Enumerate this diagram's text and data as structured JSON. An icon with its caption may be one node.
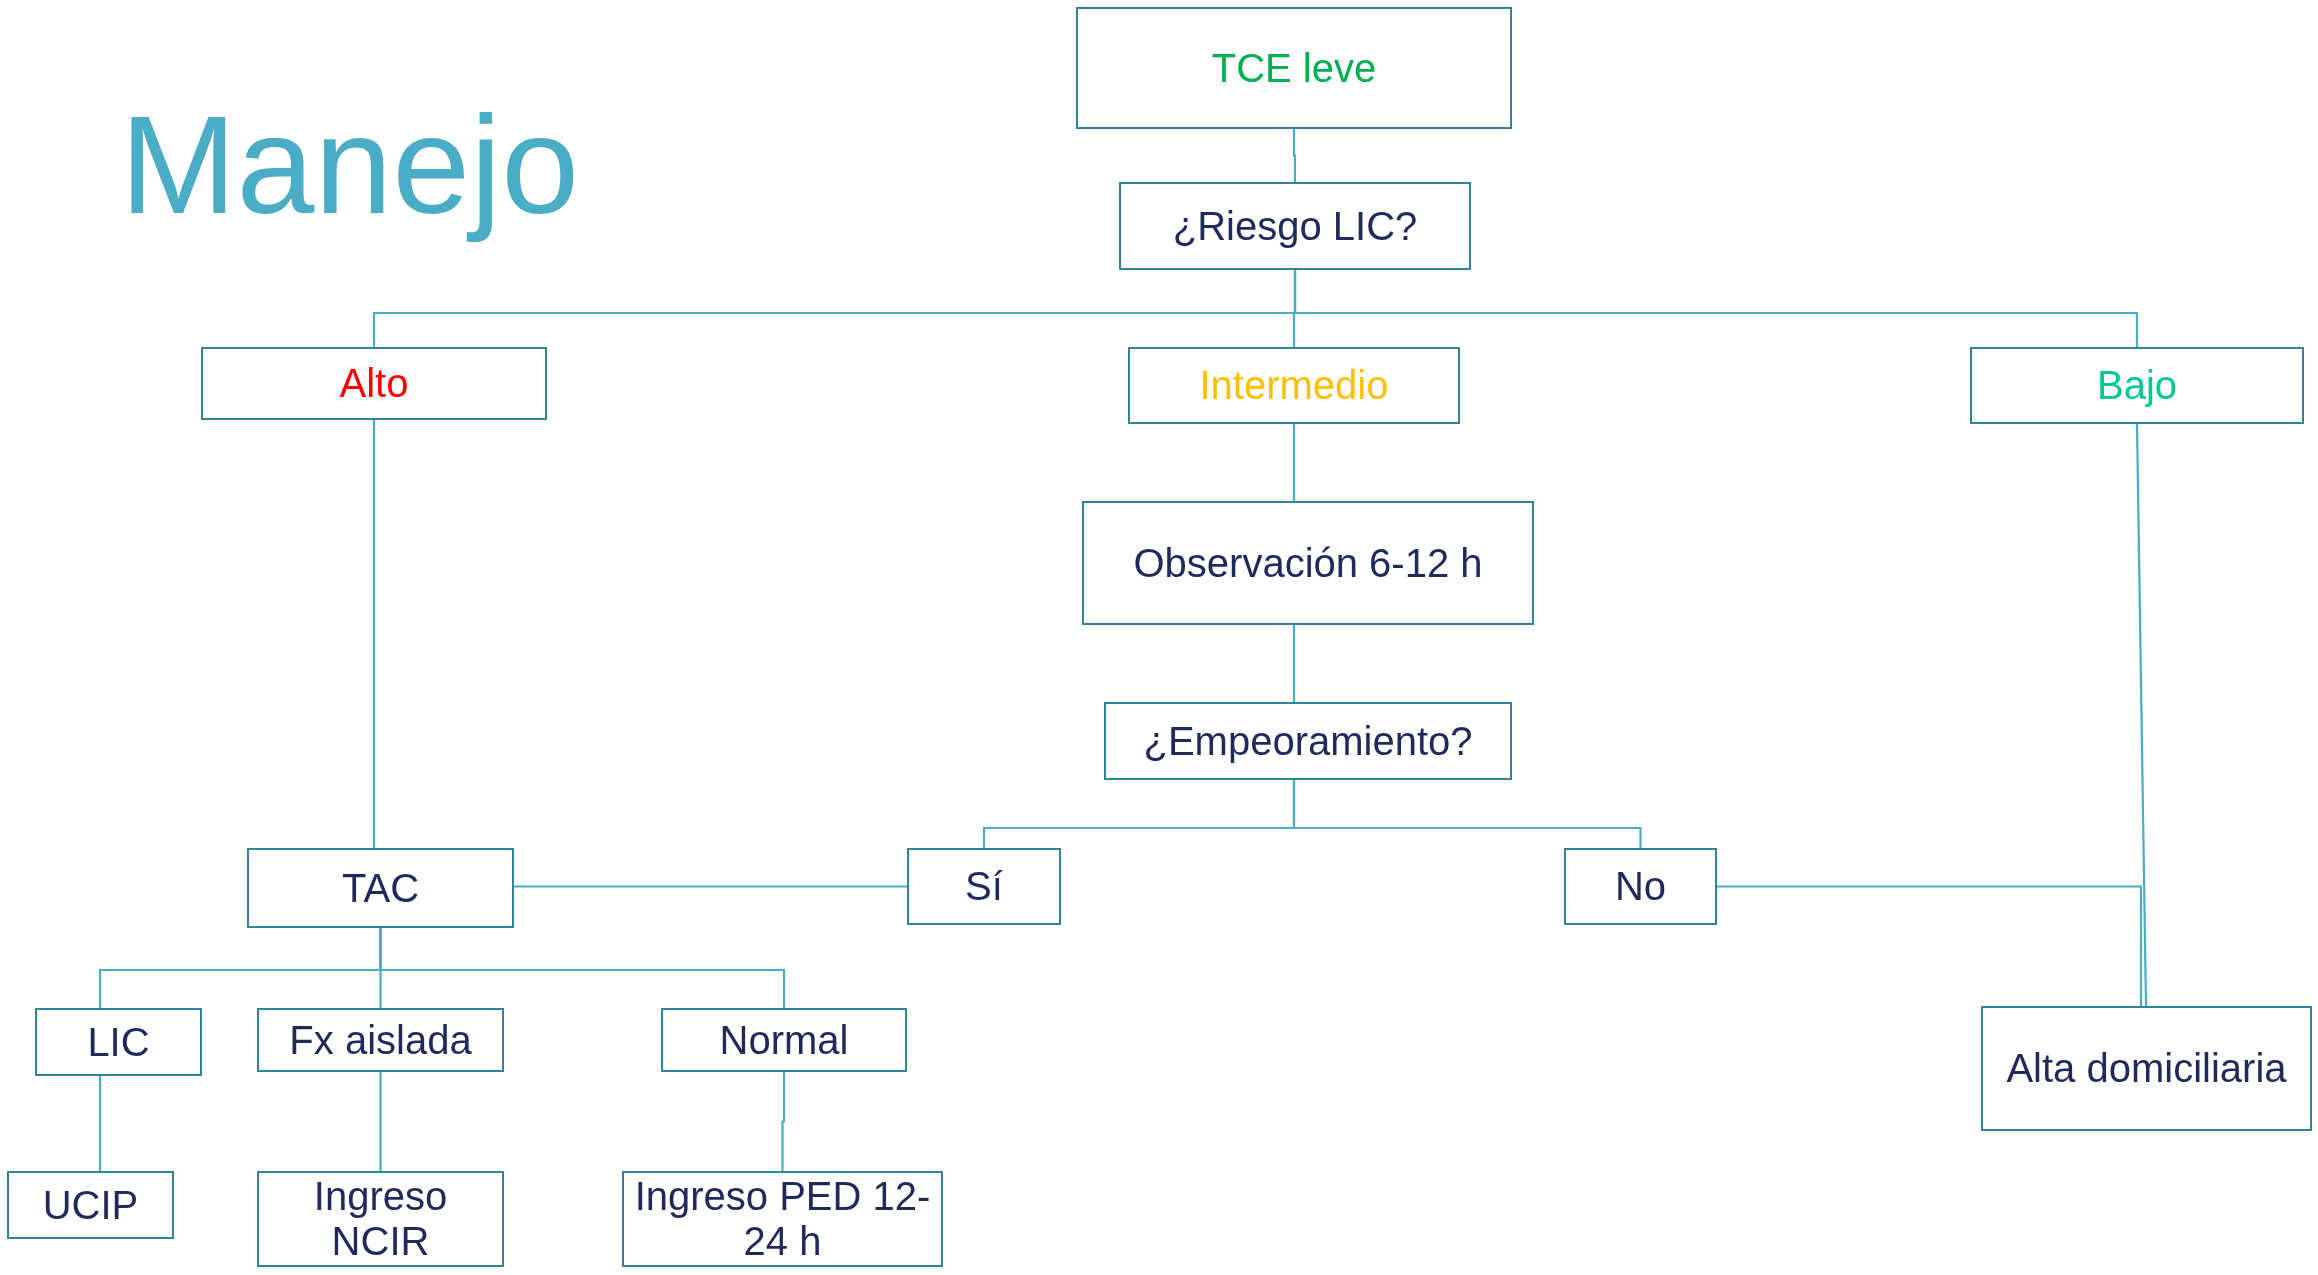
{
  "diagram": {
    "title": "Manejo",
    "nodes": [
      {
        "text": [
          "TCE leve"
        ]
      },
      {
        "text": [
          "¿Riesgo LIC?"
        ]
      },
      {
        "text": [
          "Alto"
        ]
      },
      {
        "text": [
          "Intermedio"
        ]
      },
      {
        "text": [
          "Bajo"
        ]
      },
      {
        "text": [
          "Observación 6-12 h"
        ]
      },
      {
        "text": [
          "¿Empeoramiento?"
        ]
      },
      {
        "text": [
          "TAC"
        ]
      },
      {
        "text": [
          "Sí"
        ]
      },
      {
        "text": [
          "No"
        ]
      },
      {
        "text": [
          "LIC"
        ]
      },
      {
        "text": [
          "Fx aislada"
        ]
      },
      {
        "text": [
          "Normal"
        ]
      },
      {
        "text": [
          "Alta domiciliaria"
        ]
      },
      {
        "text": [
          "UCIP"
        ]
      },
      {
        "text": [
          "Ingreso NCIR"
        ]
      },
      {
        "text": [
          "Ingreso PED 12-24 h"
        ]
      }
    ],
    "edges": [
      {
        "from": 0,
        "to": 1,
        "arrow": "none"
      },
      {
        "from": 1,
        "to": 2,
        "arrow": "none"
      },
      {
        "from": 1,
        "to": 3,
        "arrow": "none"
      },
      {
        "from": 1,
        "to": 4,
        "arrow": "none"
      },
      {
        "from": 2,
        "to": 7,
        "arrow": "none"
      },
      {
        "from": 3,
        "to": 5,
        "arrow": "none"
      },
      {
        "from": 5,
        "to": 6,
        "arrow": "none"
      },
      {
        "from": 6,
        "to": 8,
        "arrow": "none"
      },
      {
        "from": 6,
        "to": 9,
        "arrow": "none"
      },
      {
        "from": 8,
        "to": 7,
        "arrow": "none"
      },
      {
        "from": 4,
        "to": 13,
        "arrow": "none"
      },
      {
        "from": 9,
        "to": 13,
        "arrow": "none"
      },
      {
        "from": 7,
        "to": 10,
        "arrow": "none"
      },
      {
        "from": 7,
        "to": 11,
        "arrow": "none"
      },
      {
        "from": 7,
        "to": 12,
        "arrow": "none"
      },
      {
        "from": 10,
        "to": 14,
        "arrow": "none"
      },
      {
        "from": 11,
        "to": 15,
        "arrow": "none"
      },
      {
        "from": 12,
        "to": 16,
        "arrow": "none"
      }
    ]
  }
}
